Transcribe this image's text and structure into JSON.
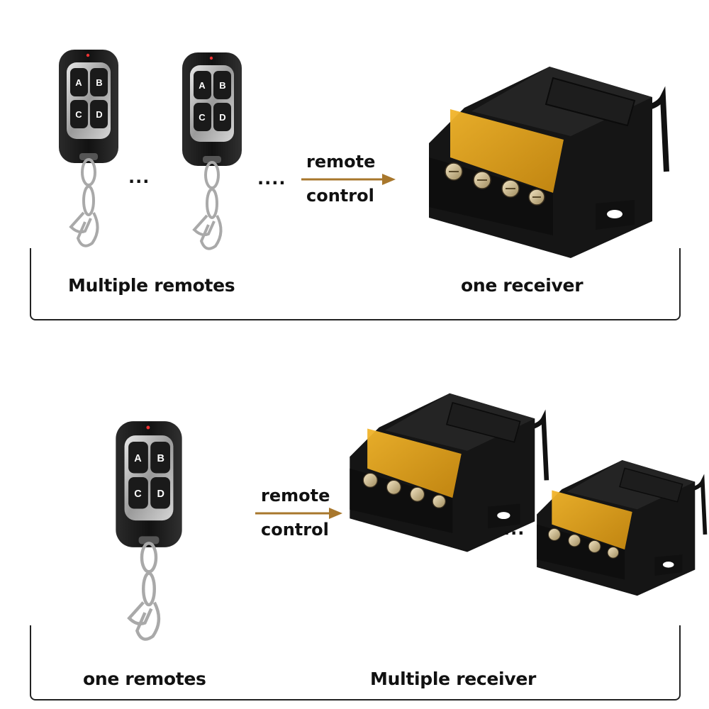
{
  "panels": [
    {
      "left_label": "Multiple remotes",
      "right_label": "one receiver",
      "arrow_top": "remote",
      "arrow_bottom": "control",
      "ellipsis_1": "...",
      "ellipsis_2": "...."
    },
    {
      "left_label": "one remotes",
      "right_label": "Multiple receiver",
      "arrow_top": "remote",
      "arrow_bottom": "control",
      "ellipsis_1": "..."
    }
  ],
  "remote_buttons": [
    "A",
    "B",
    "C",
    "D"
  ],
  "colors": {
    "remote_body": "#1c1c1c",
    "remote_face": "#b9b9b9",
    "receiver_body": "#151515",
    "receiver_cover": "#e3a019",
    "arrow": "#a8772c",
    "frame": "#222222"
  }
}
